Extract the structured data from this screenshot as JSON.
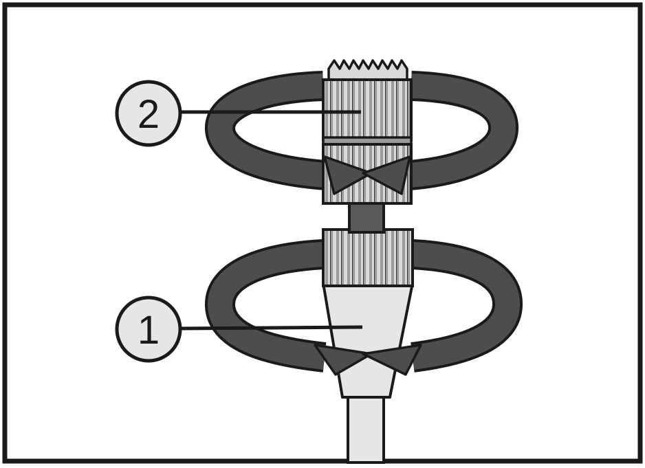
{
  "callouts": [
    {
      "id": "callout-1",
      "label": "1"
    },
    {
      "id": "callout-2",
      "label": "2"
    }
  ],
  "colors": {
    "frame": "#1a1a1a",
    "arrow": "#4d4d4d",
    "knurl_light": "#d9d9d9",
    "knurl_dark": "#9a9a9a",
    "plug_body": "#e6e6e6",
    "cable_core": "#5a5a5a",
    "callout_fill": "#e6e6e6"
  }
}
